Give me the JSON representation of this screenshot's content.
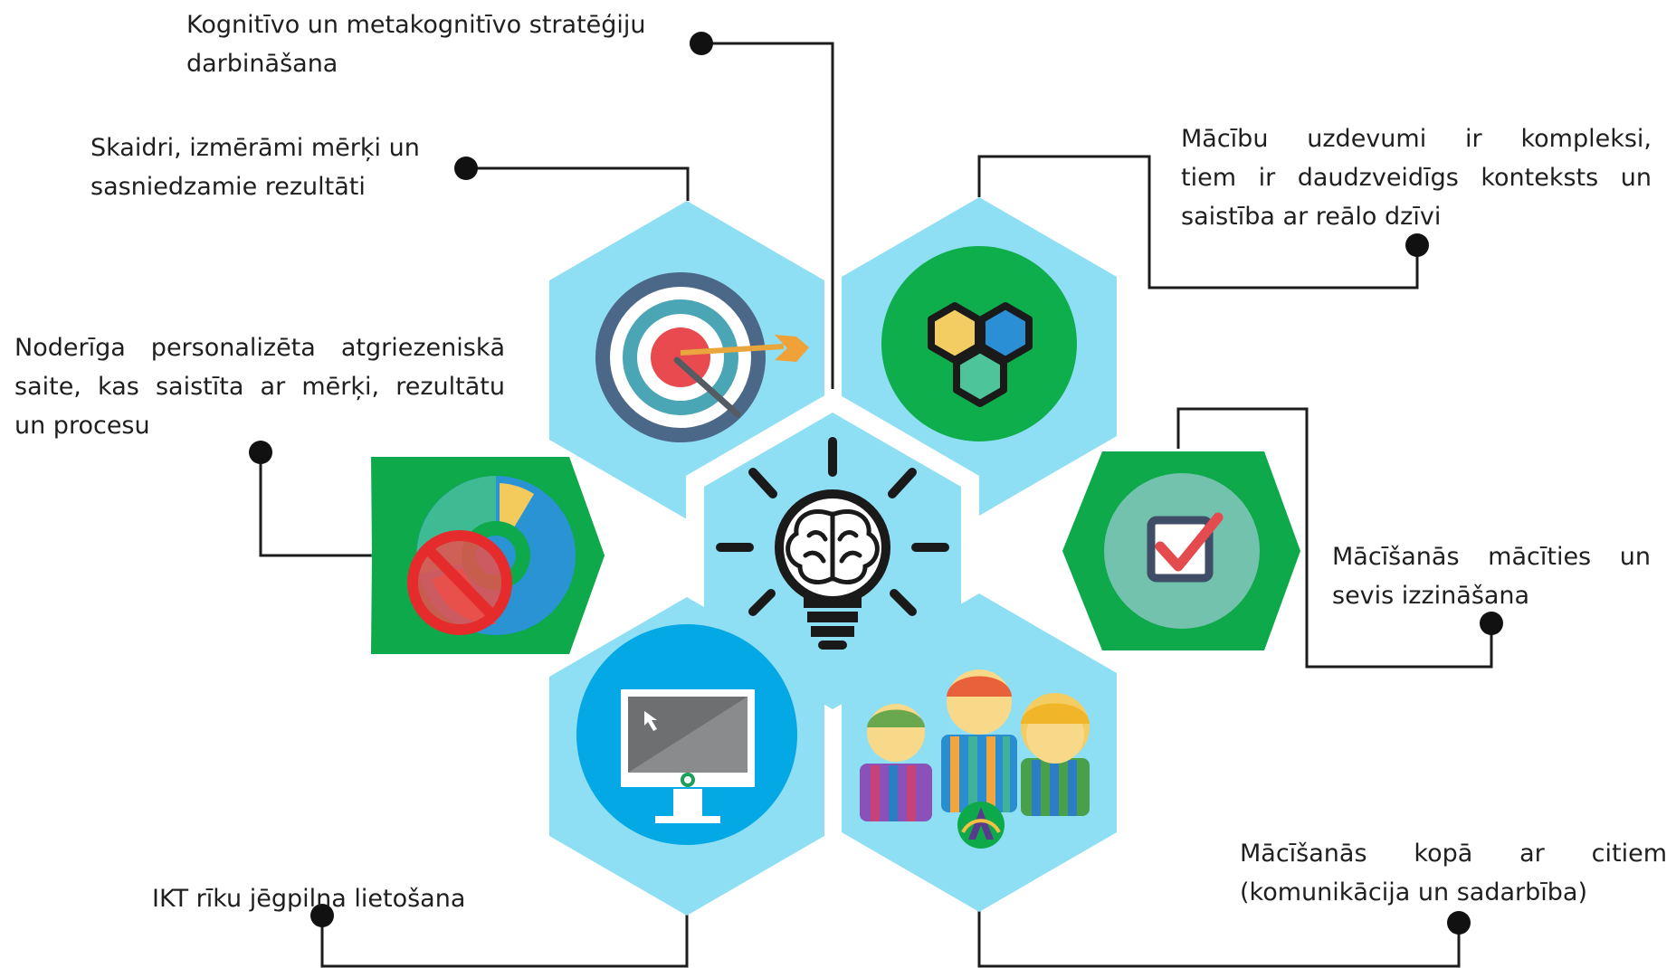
{
  "labels": {
    "cognitive": [
      "Kognitīvo un metakognitīvo stratēģiju",
      "darbināšana"
    ],
    "goals": [
      "Skaidri, izmērāmi mērķi un",
      "sasniedzamie rezultāti"
    ],
    "feedback": [
      "Noderīga personalizēta atgriezeniskā",
      "saite, kas saistīta ar mērķi, rezultātu",
      "un procesu"
    ],
    "ict": [
      "IKT rīku jēgpilna lietošana"
    ],
    "complex": [
      "Mācību uzdevumi ir kompleksi,",
      "tiem ir daudzveidīgs konteksts un",
      "saistība ar reālo dzīvi"
    ],
    "selfstudy": [
      "Mācīšanās mācīties un",
      "sevis izzināšana"
    ],
    "together": [
      "Mācīšanās kopā ar citiem",
      "(komunikācija un sadarbība)"
    ]
  },
  "icons": {
    "center": "lightbulb-brain-icon",
    "top_left": "target-arrow-icon",
    "top_right": "hexagon-cluster-icon",
    "left": "pie-chart-icon",
    "right": "checkbox-icon",
    "bottom_left": "computer-monitor-icon",
    "bottom_right": "people-group-icon"
  },
  "colors": {
    "light_blue": "#8fdff4",
    "green": "#11b04d",
    "dark_green": "#0ea94a",
    "blue_circle": "#03a8e4",
    "connector": "#1c1c1c"
  }
}
